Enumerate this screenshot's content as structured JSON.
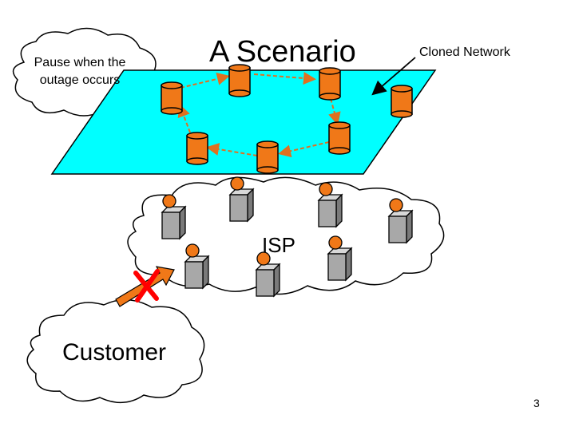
{
  "slide": {
    "title": "A Scenario",
    "page_number": "3"
  },
  "labels": {
    "cloned_network": "Cloned Network",
    "pause_note": "Pause when the outage occurs",
    "isp": "ISP",
    "customer": "Customer"
  },
  "colors": {
    "plane_fill": "#00ffff",
    "node_orange": "#f07818",
    "link_arrow": "#e07020",
    "router_gray": "#a0a0a0",
    "failure_x": "#ff0000"
  },
  "icons": {
    "cloned_nodes": "cylinder-node-icon",
    "isp_routers": "router-cube-icon",
    "failure": "x-mark-icon"
  }
}
